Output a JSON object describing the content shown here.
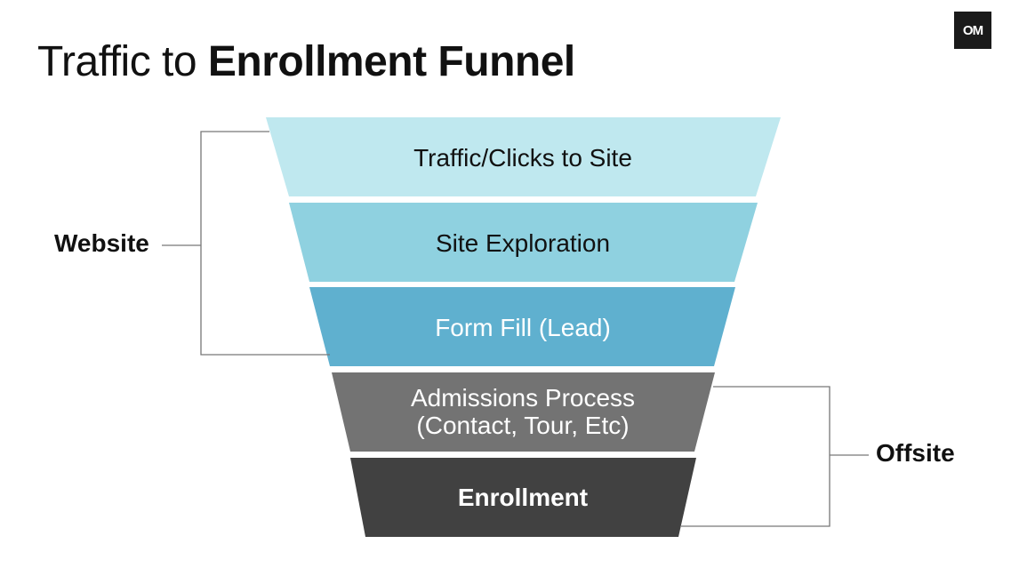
{
  "title": {
    "light": "Traffic to",
    "bold": "Enrollment Funnel"
  },
  "logo": {
    "text": "OM",
    "icon": "om-logo-icon"
  },
  "stages": [
    {
      "label": "Traffic/Clicks to Site",
      "fill": "#bfe8ef",
      "text_color": "#111111"
    },
    {
      "label": "Site Exploration",
      "fill": "#8fd1e0",
      "text_color": "#111111"
    },
    {
      "label": "Form Fill (Lead)",
      "fill": "#5fb0cf",
      "text_color": "#ffffff"
    },
    {
      "label_line1": "Admissions Process",
      "label_line2": "(Contact, Tour, Etc)",
      "fill": "#737373",
      "text_color": "#ffffff"
    },
    {
      "label": "Enrollment",
      "fill": "#414141",
      "text_color": "#ffffff"
    }
  ],
  "groups": {
    "website": "Website",
    "offsite": "Offsite"
  },
  "colors": {
    "bracket": "#777777"
  }
}
